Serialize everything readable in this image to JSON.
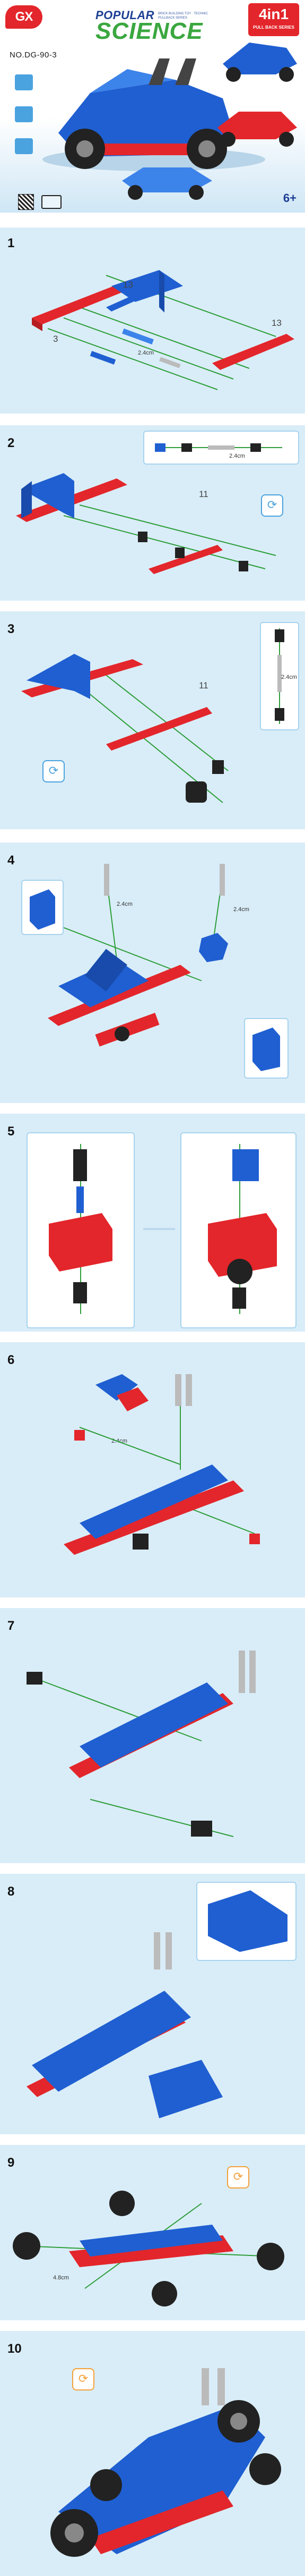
{
  "cover": {
    "brand": "GX",
    "model_no": "NO.DG-90-3",
    "series_top": "POPULAR",
    "series_bottom": "SCIENCE",
    "series_tagline": "BRICK BUILDING TOY · TECHNIC PULLBACK SERIES",
    "badge_main": "4in1",
    "badge_sub": "PULL BACK SERIES",
    "age": "6+"
  },
  "steps": [
    {
      "n": "1",
      "callouts": [
        "13",
        "13",
        "3"
      ],
      "length": "2.4cm"
    },
    {
      "n": "2",
      "callouts": [
        "11"
      ],
      "length": "2.4cm"
    },
    {
      "n": "3",
      "callouts": [
        "11"
      ],
      "length": "2.4cm"
    },
    {
      "n": "4",
      "length_a": "2.4cm",
      "length_b": "2.4cm"
    },
    {
      "n": "5"
    },
    {
      "n": "6",
      "length": "2.4cm"
    },
    {
      "n": "7"
    },
    {
      "n": "8"
    },
    {
      "n": "9",
      "length": "4.8cm"
    },
    {
      "n": "10"
    }
  ],
  "colors": {
    "panel": "#d9edf8",
    "brick_red": "#e3262b",
    "brick_blue": "#1f5fd1",
    "guide": "#2e9e3a",
    "dark": "#222222"
  }
}
